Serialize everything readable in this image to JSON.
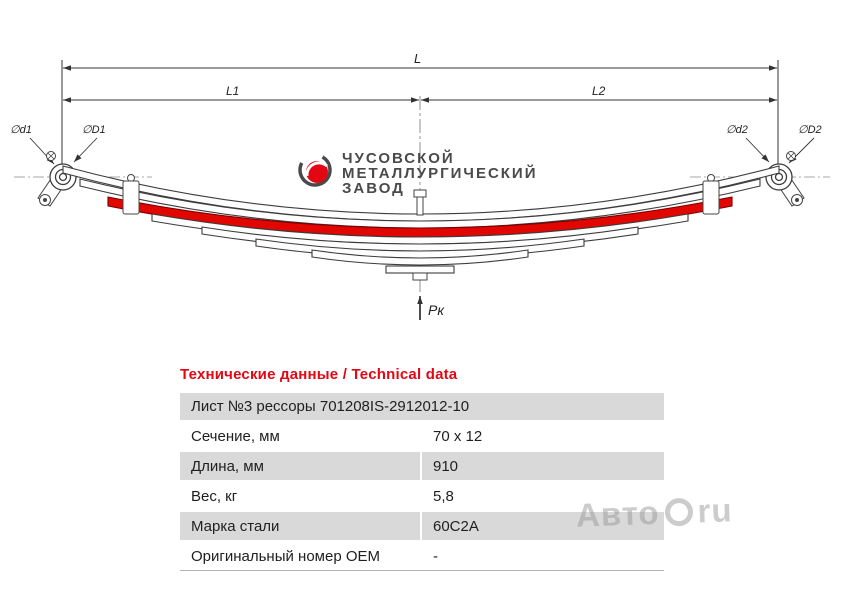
{
  "drawing": {
    "dims": {
      "l": "L",
      "l1": "L1",
      "l2": "L2",
      "d1": "∅d1",
      "D1": "∅D1",
      "d2": "∅d2",
      "D2": "∅D2",
      "force": "Pк"
    },
    "logo": {
      "line1": "ЧУСОВСКОЙ",
      "line2": "МЕТАЛЛУРГИЧЕСКИЙ",
      "line3": "ЗАВОД"
    }
  },
  "table": {
    "title": "Технические данные / Technical data",
    "header": "Лист №3 рессоры 701208IS-2912012-10",
    "rows": [
      {
        "label": "Сечение, мм",
        "value": "70 x 12"
      },
      {
        "label": "Длина, мм",
        "value": "910"
      },
      {
        "label": "Вес, кг",
        "value": "5,8"
      },
      {
        "label": "Марка стали",
        "value": "60С2А"
      },
      {
        "label": "Оригинальный номер OEM",
        "value": "-"
      }
    ]
  },
  "watermark": {
    "part1": "Авто",
    "part2": "ru"
  },
  "colors": {
    "accent": "#e30613",
    "leaf_red": "#e10600",
    "row_gray": "#d9d9d9"
  }
}
